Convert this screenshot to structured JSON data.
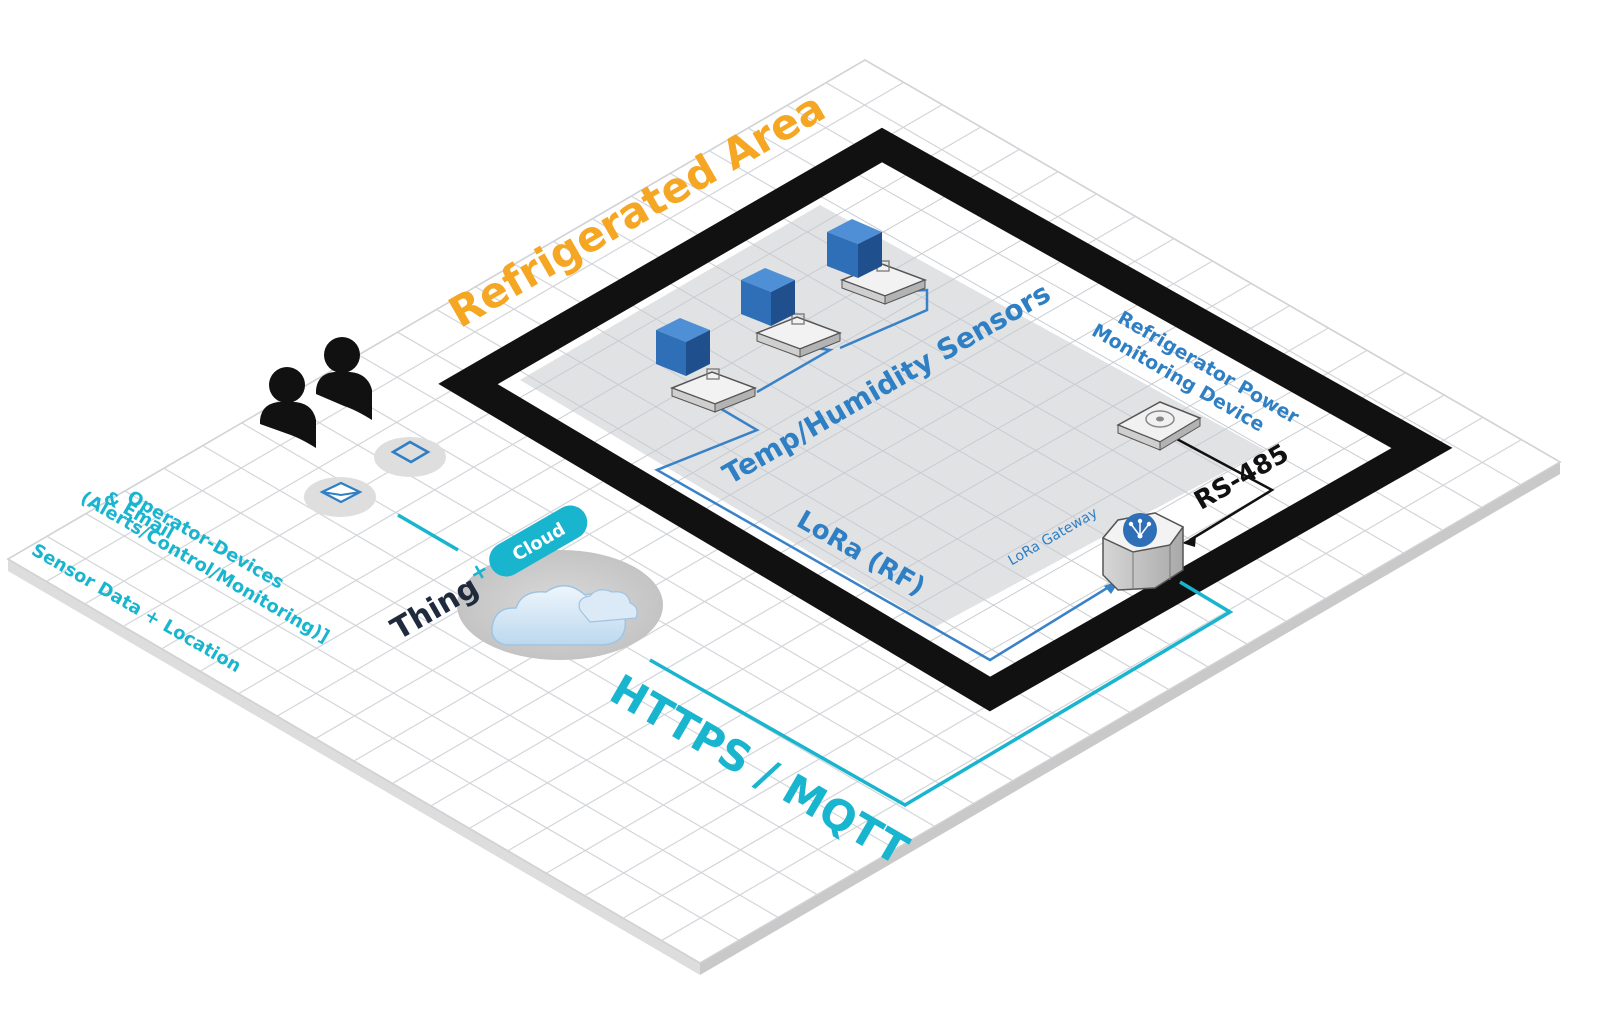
{
  "diagram": {
    "area_title": "Refrigerated Area",
    "sensors_label": "Temp/Humidity Sensors",
    "power_device_label_line1": "Refrigerator Power",
    "power_device_label_line2": "Monitoring Device",
    "rs485_label": "RS-485",
    "lora_label": "LoRa (RF)",
    "gateway_label": "LoRa Gateway",
    "protocol_label": "HTTPS / MQTT",
    "cloud_brand": "Thing",
    "cloud_brand_plus": "+",
    "cloud_badge": "Cloud",
    "operator_line1": "Operator-Devices",
    "operator_line2": "& Email",
    "operator_line3": "(Alerts/Control/Monitoring)]",
    "sensor_data_label": "Sensor Data + Location"
  },
  "colors": {
    "accent_orange": "#f5a623",
    "label_blue": "#2e7fc4",
    "cyan": "#19b5cf",
    "lora_line": "#3a82c8",
    "cube_blue": "#2f6fb7",
    "frame": "#111111",
    "grid": "#cfd3d8",
    "zone_gray": "#e3e4e6",
    "brand_dark": "#1f2b3d"
  },
  "icons": [
    "person-icon",
    "tablet-icon",
    "email-icon",
    "cloud-icon",
    "sensor-chip-icon",
    "power-meter-icon",
    "gateway-share-icon"
  ]
}
